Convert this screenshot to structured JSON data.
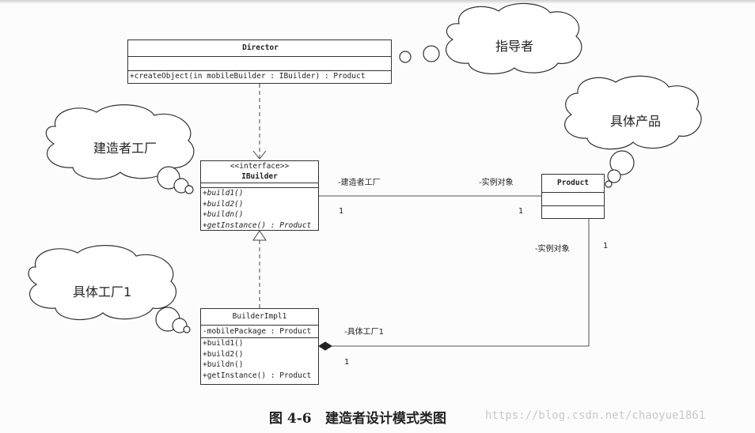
{
  "clouds": {
    "director": "指导者",
    "product": "具体产品",
    "builder_factory": "建造者工厂",
    "concrete_factory": "具体工厂1"
  },
  "director": {
    "name": "Director",
    "method": "+createObject(in mobileBuilder : IBuilder) : Product"
  },
  "ibuilder": {
    "stereotype": "<<interface>>",
    "name": "IBuilder",
    "methods": [
      "+build1()",
      "+build2()",
      "+buildn()",
      "+getInstance() : Product"
    ]
  },
  "product": {
    "name": "Product"
  },
  "builderimpl": {
    "name": "BuilderImpl1",
    "attribute": "-mobilePackage : Product",
    "methods": [
      "+build1()",
      "+build2()",
      "+buildn()",
      "+getInstance() : Product"
    ]
  },
  "associations": {
    "ib_role": "-建造者工厂",
    "prod_role": "-实例对象",
    "ib_mult": "1",
    "prod_mult": "1",
    "impl_prod_role": "-实例对象",
    "impl_prod_mult": "1",
    "impl_role": "-具体工厂1",
    "impl_mult": "1"
  },
  "caption": {
    "number": "图 4-6",
    "title": "建造者设计模式类图"
  },
  "watermark": "https://blog.csdn.net/chaoyue1861"
}
